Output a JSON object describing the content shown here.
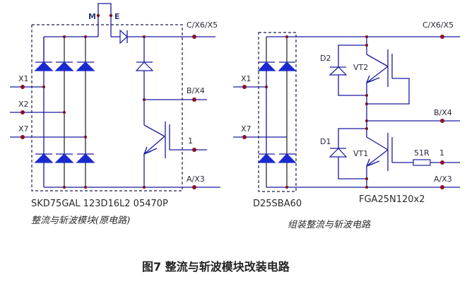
{
  "left_circuit": {
    "terminals": {
      "m": "M",
      "e": "E",
      "c": "C/X6/X5",
      "b": "B/X4",
      "g": "1",
      "a": "A/X3",
      "x1": "X1",
      "x2": "X2",
      "x7": "X7"
    },
    "part_number": "SKD75GAL 123D16L2 05470P",
    "caption": "整流与斩波模块(原电路)"
  },
  "right_circuit": {
    "terminals": {
      "c": "C/X6/X5",
      "b": "B/X4",
      "g": "1",
      "a": "A/X3",
      "x1": "X1",
      "x7": "X7"
    },
    "components": {
      "d2": "D2",
      "vt2": "VT2",
      "d1": "D1",
      "vt1": "VT1",
      "resistor": "51R"
    },
    "bridge_part": "D25SBA60",
    "igbt_part": "FGA25N120x2",
    "caption": "组装整流与斩波电路"
  },
  "figure_title": "图7 整流与斩波模块改装电路"
}
